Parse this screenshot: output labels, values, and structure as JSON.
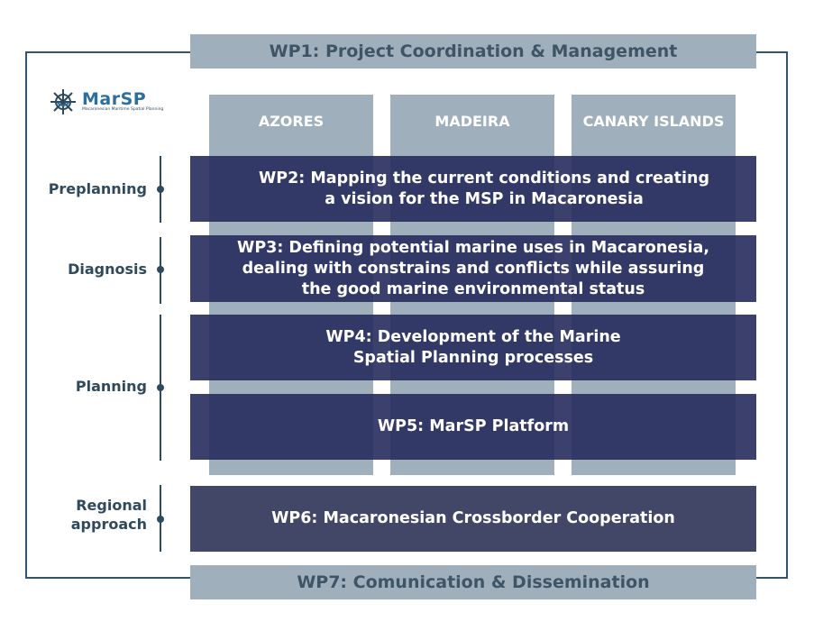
{
  "logo": {
    "name": "MarSP",
    "subtitle": "Macaronesian Maritime Spatial Planning"
  },
  "work_packages": {
    "wp1": "WP1: Project Coordination & Management",
    "wp2": "WP2: Mapping the current conditions and creating\na vision for the MSP in Macaronesia",
    "wp3": "WP3: Defining potential marine uses in Macaronesia,\ndealing with constrains and conflicts while assuring\nthe good marine environmental status",
    "wp4": "WP4: Development of the Marine\nSpatial Planning processes",
    "wp5": "WP5: MarSP Platform",
    "wp6": "WP6: Macaronesian Crossborder Cooperation",
    "wp7": "WP7: Comunication & Dissemination"
  },
  "regions": [
    "AZORES",
    "MADEIRA",
    "CANARY ISLANDS"
  ],
  "phases": {
    "preplanning": "Preplanning",
    "diagnosis": "Diagnosis",
    "planning": "Planning",
    "regional": "Regional\napproach"
  },
  "colors": {
    "grey_bar": "#9fb0bc",
    "wp_band": "#262c5c",
    "wp6_band": "#434767",
    "frame": "#34546a",
    "phase_text": "#2f4a5c",
    "logo_blue": "#2c6f9e"
  }
}
